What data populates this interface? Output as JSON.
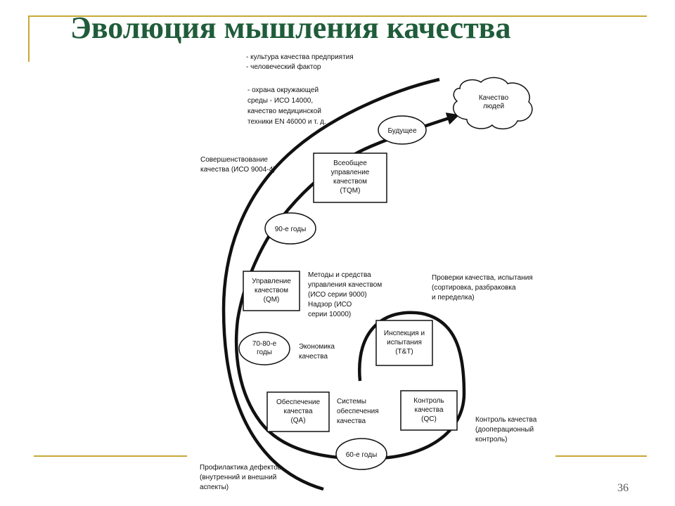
{
  "title": "Эволюция мышления качества",
  "page_number": "36",
  "stages": {
    "tc": [
      "Инспекция и",
      "испытания",
      "(T&T)"
    ],
    "qc": [
      "Контроль",
      "качества",
      "(QC)"
    ],
    "qa": [
      "Обеспечение",
      "качества",
      "(QA)"
    ],
    "qm": [
      "Управление",
      "качеством",
      "(QM)"
    ],
    "tqm": [
      "Всеобщее",
      "управление",
      "качеством",
      "(TQM)"
    ]
  },
  "periods": {
    "p60": [
      "60-е годы"
    ],
    "p7080": [
      "70-80-е",
      "годы"
    ],
    "p90": [
      "90-е годы"
    ],
    "future": [
      "Будущее"
    ]
  },
  "cloud": [
    "Качество",
    "людей"
  ],
  "annotations": {
    "inspection": [
      "Проверки качества, испытания",
      "(сортировка, разбраковка",
      "и переделка)"
    ],
    "control": [
      "Контроль качества",
      "(доопера­ционный",
      "контроль)"
    ],
    "prevention": [
      "Профилактика дефектов",
      "(внутренний и внешний",
      "аспекты)"
    ],
    "systems": [
      "Системы",
      "обеспечения",
      "качества"
    ],
    "economics": [
      "Экономика",
      "качества"
    ],
    "methods": [
      "Методы и средства",
      "управления качеством",
      "(ИСО серии 9000)",
      "Надзор (ИСО",
      "серии 10000)"
    ],
    "improvement": [
      "Совершенствование",
      "качества (ИСО 9004-4)"
    ],
    "culture": [
      "- культура качества предприятия",
      "- человеческий фактор"
    ],
    "environment": [
      "- охрана окружающей",
      "среды - ИСО 14000,",
      "качество медицинской",
      "техники EN 46000 и т. д."
    ]
  }
}
